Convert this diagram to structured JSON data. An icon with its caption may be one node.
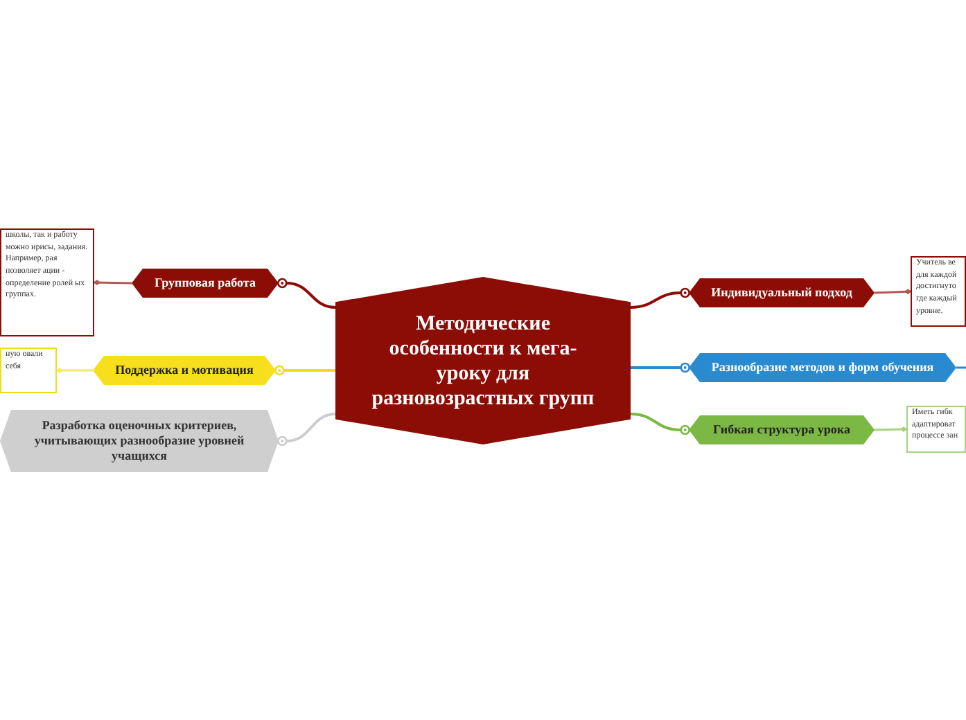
{
  "diagram": {
    "nodes": [
      {
        "text": [
          "Методические особенности к мега-уроку для разновозрастных групп"
        ]
      },
      {
        "text": [
          "Групповая работа"
        ]
      },
      {
        "text": [
          "школы, так и работу можно ирисы, задания. Например, рая позволяет ации - определение ролей ых группах."
        ]
      },
      {
        "text": [
          "Поддержка и мотивация"
        ]
      },
      {
        "text": [
          "ную овали себя"
        ]
      },
      {
        "text": [
          "Разработка оценочных критериев, учитывающих разнообразие уровней учащихся"
        ]
      },
      {
        "text": [
          "Индивидуальный подход"
        ]
      },
      {
        "text": [
          "Учитель ве для каждой достигнуто где каждый уровне."
        ]
      },
      {
        "text": [
          "Разнообразие методов и форм обучения"
        ]
      },
      {
        "text": [
          "Гибкая структура урока"
        ]
      },
      {
        "text": [
          "Иметь гибк адаптироват процессе зан"
        ]
      }
    ],
    "edges": [
      {
        "from": 0,
        "to": 1,
        "arrow": "other",
        "color": "#8b0d05"
      },
      {
        "from": 1,
        "to": 2,
        "arrow": "other",
        "color": "#b35a55"
      },
      {
        "from": 0,
        "to": 3,
        "arrow": "other",
        "color": "#f2dc1a"
      },
      {
        "from": 3,
        "to": 4,
        "arrow": "other",
        "color": "#f5e76a"
      },
      {
        "from": 0,
        "to": 5,
        "arrow": "other",
        "color": "#cccccc"
      },
      {
        "from": 0,
        "to": 6,
        "arrow": "other",
        "color": "#8b0d05"
      },
      {
        "from": 6,
        "to": 7,
        "arrow": "other",
        "color": "#b35a55"
      },
      {
        "from": 0,
        "to": 8,
        "arrow": "other",
        "color": "#2a8ad0"
      },
      {
        "from": 8,
        "to": null,
        "arrow": "none",
        "color": "#2a8ad0"
      },
      {
        "from": 0,
        "to": 9,
        "arrow": "other",
        "color": "#7cb844"
      },
      {
        "from": 9,
        "to": 10,
        "arrow": "other",
        "color": "#a6d27f"
      }
    ]
  }
}
